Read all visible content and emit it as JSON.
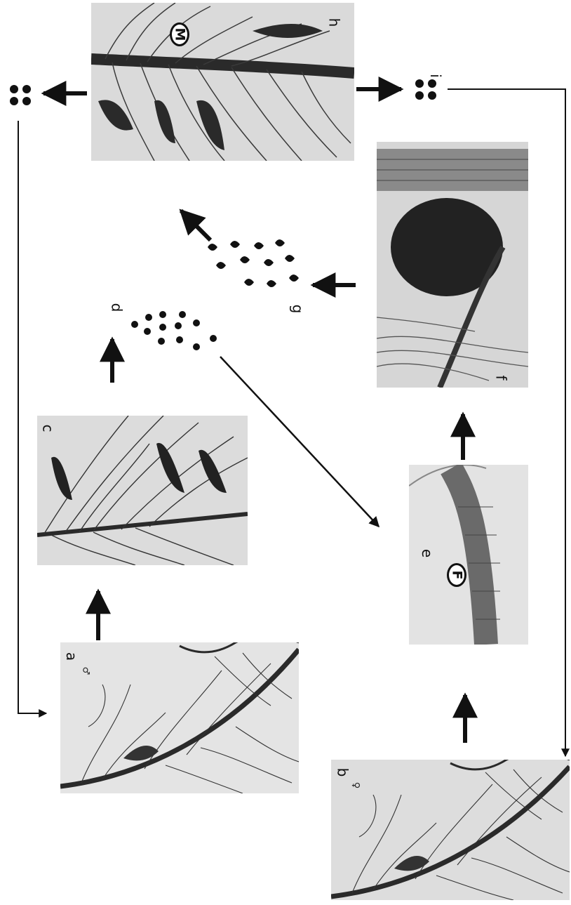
{
  "panels": {
    "a": {
      "label": "a",
      "sex_symbol": "♂"
    },
    "b": {
      "label": "b",
      "sex_symbol": "♀"
    },
    "c": {
      "label": "c"
    },
    "d": {
      "label": "d"
    },
    "e": {
      "label": "e",
      "badge": "F"
    },
    "f": {
      "label": "f"
    },
    "g": {
      "label": "g"
    },
    "h": {
      "label": "h",
      "badge": "M"
    },
    "i": {
      "label": "i"
    }
  },
  "colors": {
    "ink": "#111111",
    "photo_bg": "#d9d9d9",
    "photo_bg_light": "#e6e6e6",
    "plant_dark": "#2a2a2a"
  }
}
